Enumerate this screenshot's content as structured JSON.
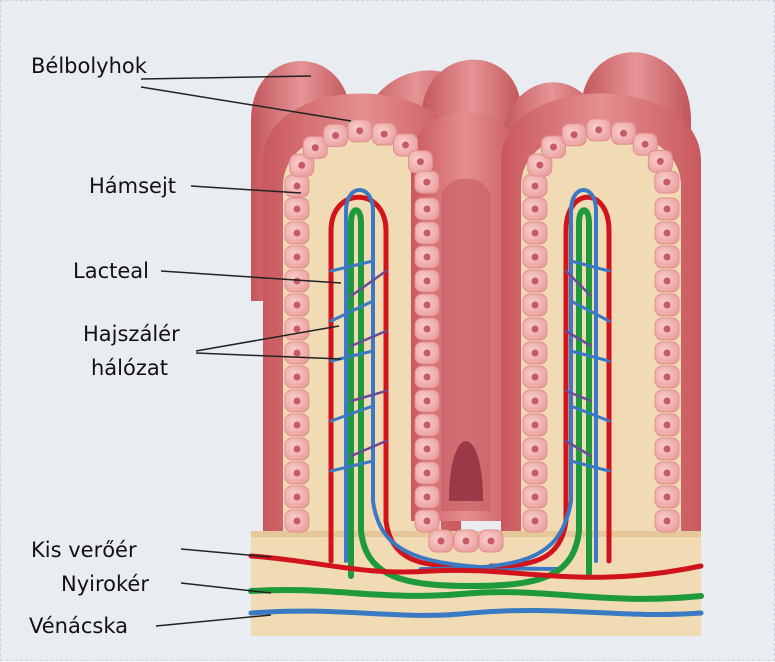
{
  "labels": {
    "villi": "Bélbolyhok",
    "epithelial_cell": "Hámsejt",
    "lacteal": "Lacteal",
    "capillary_line1": "Hajszálér",
    "capillary_line2": "hálózat",
    "arteriole": "Kis verőér",
    "lymph_vessel": "Nyirokér",
    "venule": "Vénácska"
  },
  "colors": {
    "background": "#e9edf2",
    "villus_surface": "#d9777a",
    "cell": "#f3b3b1",
    "nucleus": "#c75a68",
    "lamina": "#f1dbb4",
    "artery": "#d1141c",
    "vein": "#3a7ac4",
    "lymph": "#1e9a3b"
  }
}
